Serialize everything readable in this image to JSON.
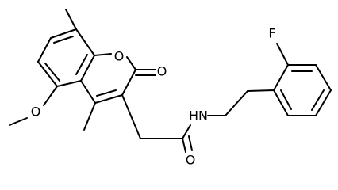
{
  "molecule": {
    "atom_labels": {
      "ring_oxygen": "O",
      "carbonyl_oxygen_lactone": "O",
      "methoxy_oxygen": "O",
      "amide_nitrogen": "HN",
      "amide_oxygen": "O",
      "fluorine": "F"
    },
    "colors": {
      "bond": "#000000",
      "label": "#000000",
      "background": "#ffffff"
    }
  }
}
